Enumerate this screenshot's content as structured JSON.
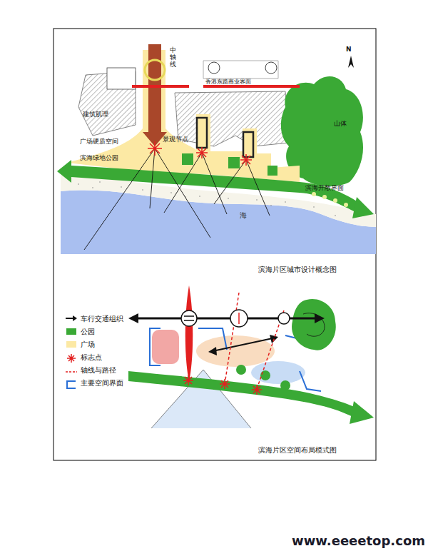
{
  "diagram": {
    "labels": [
      "中轴线",
      "香港东路商业界面",
      "建筑肌理",
      "广场硬质空间",
      "景观节点",
      "滨海绿地公园",
      "山体",
      "滨海开敞界面",
      "海",
      "N",
      "滨海片区城市设计概念图",
      "滨海片区空间布局模式图",
      "www.eeeetop.com"
    ],
    "legend": [
      {
        "text": "车行交通组织"
      },
      {
        "text": "公园",
        "color": "#3aa935"
      },
      {
        "text": "广场",
        "color": "#fce9a4"
      },
      {
        "text": "标志点"
      },
      {
        "text": "轴线与路径"
      },
      {
        "text": "主要空间界面"
      }
    ]
  }
}
